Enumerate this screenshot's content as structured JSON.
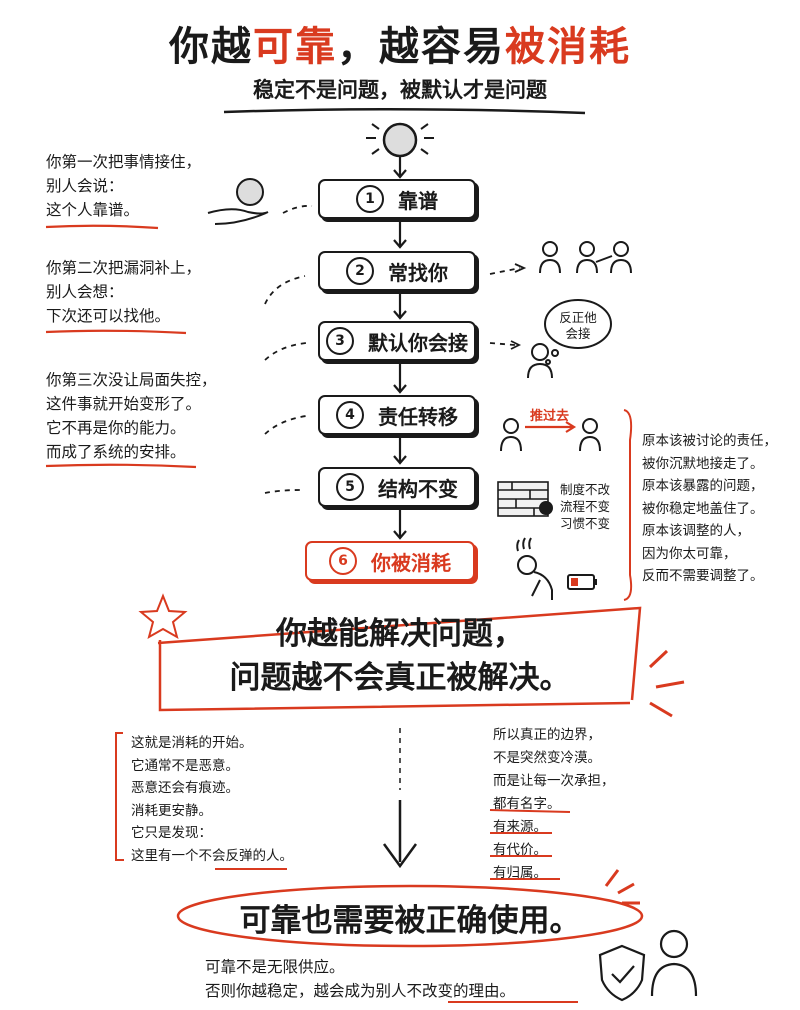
{
  "title": {
    "p1": "你越",
    "p2": "可靠",
    "p3": "，越容易",
    "p4": "被消耗"
  },
  "subtitle": "稳定不是问题，被默认才是问题",
  "left_notes": [
    {
      "lines": [
        "你第一次把事情接住，",
        "别人会说：",
        "这个人靠谱。"
      ]
    },
    {
      "lines": [
        "你第二次把漏洞补上，",
        "别人会想：",
        "下次还可以找他。"
      ]
    },
    {
      "lines": [
        "你第三次没让局面失控，",
        "这件事就开始变形了。",
        "它不再是你的能力。",
        "而成了系统的安排。"
      ]
    }
  ],
  "steps": [
    {
      "num": "1",
      "label": "靠谱"
    },
    {
      "num": "2",
      "label": "常找你"
    },
    {
      "num": "3",
      "label": "默认你会接"
    },
    {
      "num": "4",
      "label": "责任转移"
    },
    {
      "num": "5",
      "label": "结构不变"
    },
    {
      "num": "6",
      "label": "你被消耗"
    }
  ],
  "bubble_text": [
    "反正他",
    "会接"
  ],
  "push_label": "推过去",
  "wall_text": [
    "制度不改",
    "流程不变",
    "习惯不变"
  ],
  "right_block": [
    "原本该被讨论的责任，",
    "被你沉默地接走了。",
    "原本该暴露的问题，",
    "被你稳定地盖住了。",
    "原本该调整的人，",
    "因为你太可靠，",
    "反而不需要调整了。"
  ],
  "banner": [
    "你越能解决问题，",
    "问题越不会真正被解决。"
  ],
  "lower_left": [
    "这就是消耗的开始。",
    "它通常不是恶意。",
    "恶意还会有痕迹。",
    "消耗更安静。",
    "它只是发现：",
    "这里有一个不会反弹的人。"
  ],
  "lower_right": [
    "所以真正的边界，",
    "不是突然变冷漠。",
    "而是让每一次承担，",
    "都有名字。",
    "有来源。",
    "有代价。",
    "有归属。"
  ],
  "bottom_banner": "可靠也需要被正确使用。",
  "footer": [
    "可靠不是无限供应。",
    "否则你越稳定，越会成为别人不改变的理由。"
  ],
  "colors": {
    "accent": "#d93a1f",
    "ink": "#1a1a1a"
  }
}
